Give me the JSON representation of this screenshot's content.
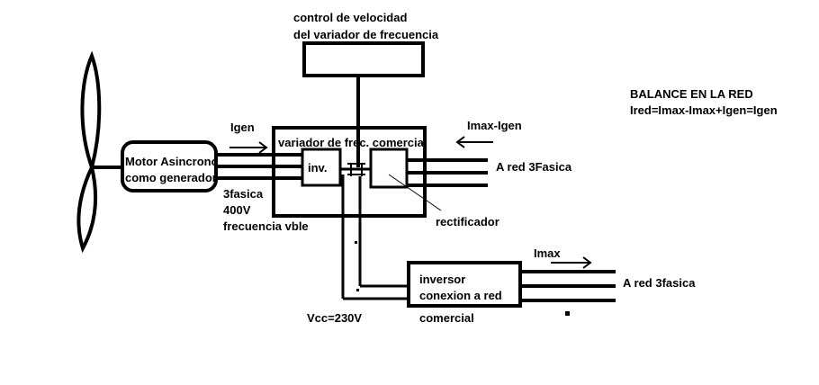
{
  "labels": {
    "control_line1": "control de velocidad",
    "control_line2": "del variador de frecuencia",
    "balance_title": "BALANCE EN LA RED",
    "balance_formula": "Ired=Imax-Imax+Igen=Igen",
    "igen": "Igen",
    "imax_igen": "Imax-Igen",
    "variador": "variador de frec. comercia",
    "inv": "inv.",
    "motor_line1": "Motor Asincrono",
    "motor_line2": "como generador",
    "a_red_1": "A red 3Fasica",
    "fasica": "3fasica",
    "voltage": "400V",
    "frecuencia": "frecuencia vble",
    "rectificador": "rectificador",
    "imax": "Imax",
    "inversor_line1": "inversor",
    "inversor_line2": "conexion a red",
    "comercial": "comercial",
    "a_red_2": "A red 3fasica",
    "vcc": "Vcc=230V"
  }
}
